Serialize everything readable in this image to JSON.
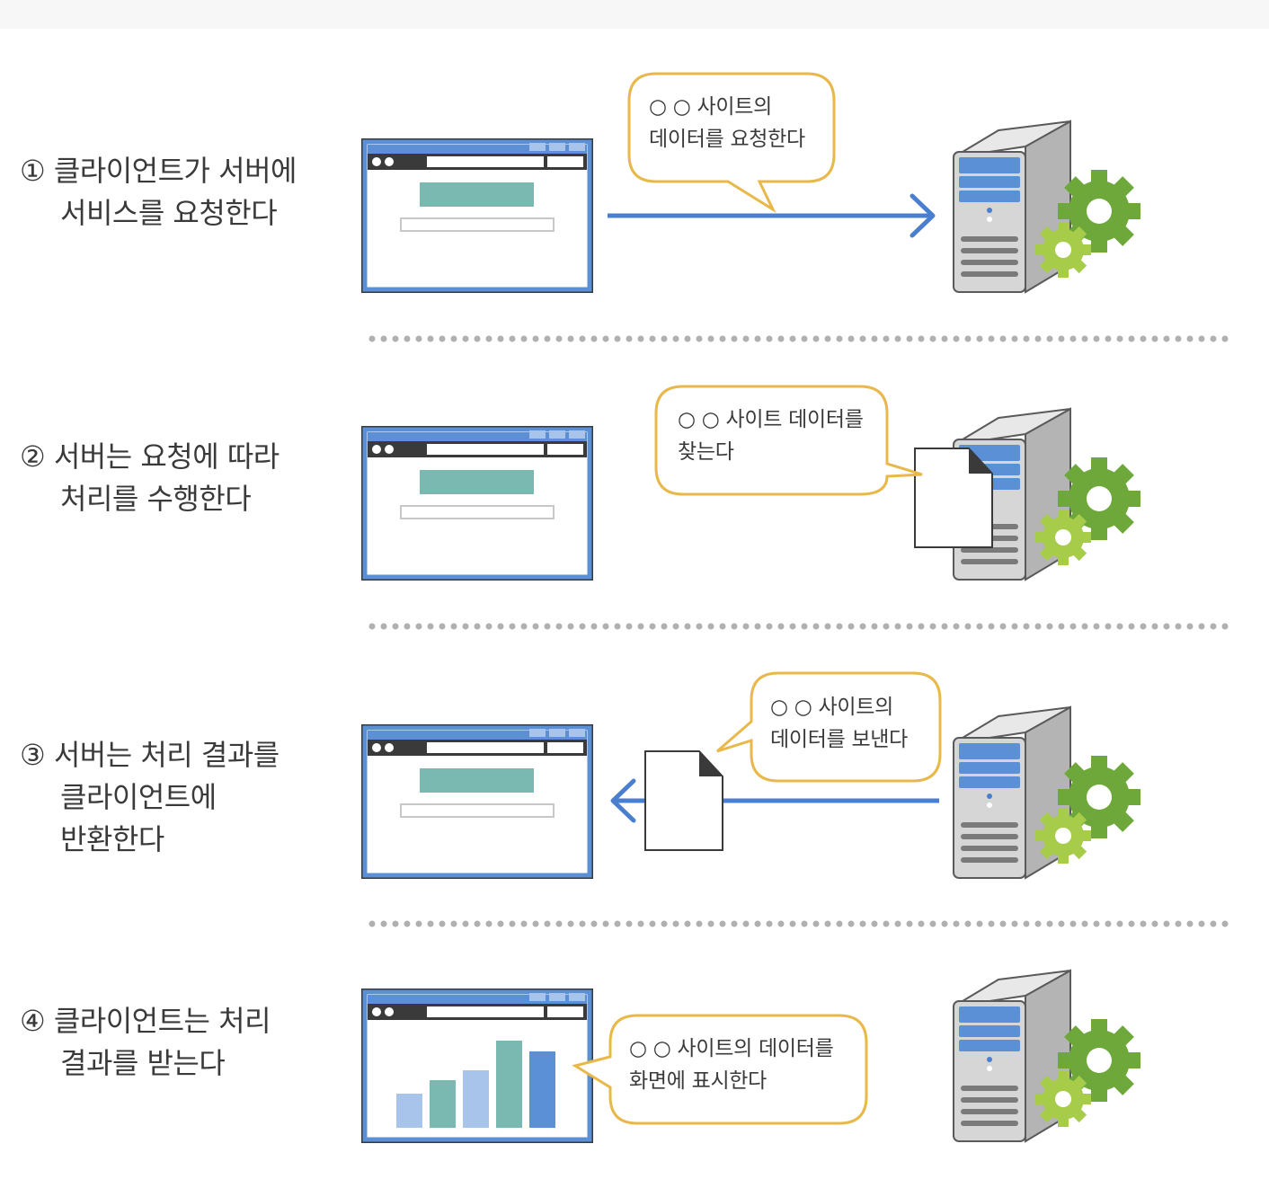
{
  "steps": [
    {
      "number": "①",
      "lines": [
        "클라이언트가 서버에",
        "서비스를 요청한다"
      ]
    },
    {
      "number": "②",
      "lines": [
        "서버는 요청에 따라",
        "처리를 수행한다"
      ]
    },
    {
      "number": "③",
      "lines": [
        "서버는 처리 결과를",
        "클라이언트에",
        "반환한다"
      ]
    },
    {
      "number": "④",
      "lines": [
        "클라이언트는 처리",
        "결과를 받는다"
      ]
    }
  ],
  "bubbles": [
    {
      "lines": [
        "○ ○ 사이트의",
        "데이터를 요청한다"
      ]
    },
    {
      "lines": [
        "○ ○ 사이트 데이터를",
        "찾는다"
      ]
    },
    {
      "lines": [
        "○ ○  사이트의",
        "데이터를 보낸다"
      ]
    },
    {
      "lines": [
        "○ ○ 사이트의 데이터를",
        "화면에 표시한다"
      ]
    }
  ],
  "colors": {
    "browser_frame": "#5b8fd6",
    "browser_bar": "#3a3a3a",
    "content_block": "#7ab8b2",
    "arrow": "#4a7fcf",
    "bubble_border": "#e8b84a",
    "dotted_divider": "#b0b0b0",
    "server_body": "#d6d6d6",
    "server_panel": "#5b8fd6",
    "gear_large": "#6ea83a",
    "gear_small": "#a6cc4a"
  },
  "chart_data": {
    "type": "bar",
    "categories": [
      "",
      "",
      "",
      "",
      ""
    ],
    "values": [
      38,
      53,
      64,
      97,
      85
    ],
    "colors": [
      "#a8c4ea",
      "#7ab8b2",
      "#a8c4ea",
      "#7ab8b2",
      "#5b8fd6"
    ]
  },
  "icons": [
    "browser-window-icon",
    "server-tower-icon",
    "gear-icon",
    "document-icon",
    "arrow-right-icon",
    "arrow-left-icon",
    "speech-bubble-icon"
  ]
}
